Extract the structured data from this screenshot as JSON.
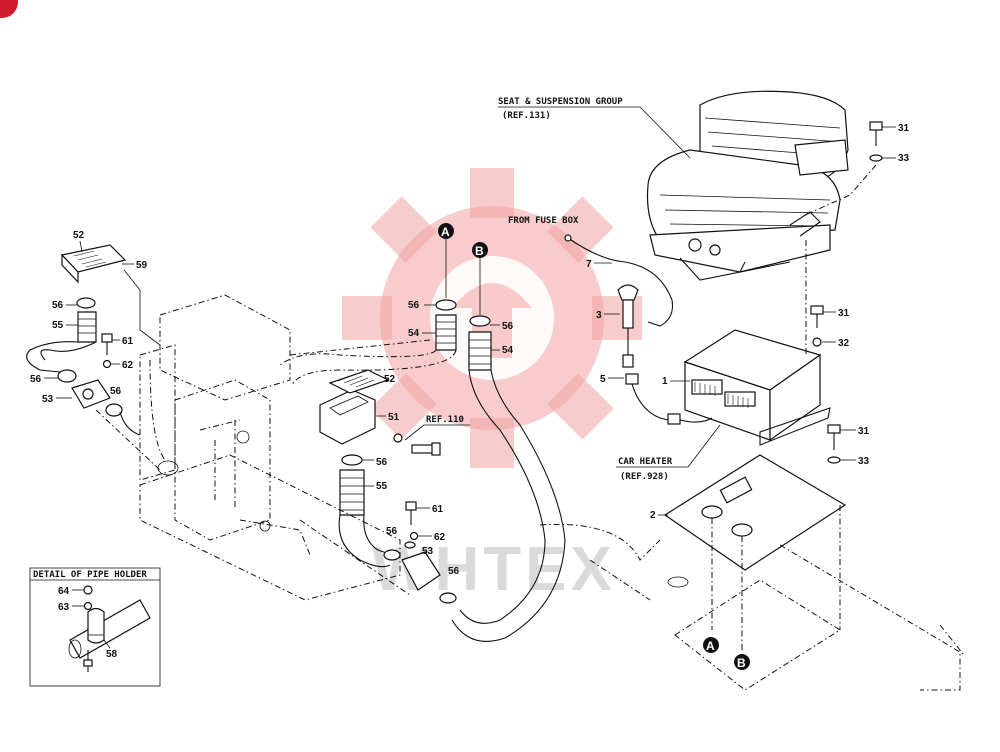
{
  "labels": {
    "seat_group": "SEAT & SUSPENSION GROUP",
    "seat_ref": "(REF.131)",
    "fuse_box": "FROM FUSE BOX",
    "car_heater": "CAR HEATER",
    "heater_ref": "(REF.928)",
    "ref_110": "REF.110",
    "detail_title": "DETAIL OF PIPE HOLDER",
    "watermark": "WHTEX"
  },
  "callouts": {
    "a": "A",
    "b": "B"
  },
  "parts": {
    "p1": "1",
    "p2": "2",
    "p3": "3",
    "p5": "5",
    "p7": "7",
    "p31a": "31",
    "p31b": "31",
    "p31c": "31",
    "p32": "32",
    "p33a": "33",
    "p33b": "33",
    "p51": "51",
    "p52a": "52",
    "p52b": "52",
    "p53a": "53",
    "p53b": "53",
    "p54a": "54",
    "p54b": "54",
    "p55a": "55",
    "p55b": "55",
    "p56a": "56",
    "p56b": "56",
    "p56c": "56",
    "p56d": "56",
    "p56e": "56",
    "p56f": "56",
    "p56g": "56",
    "p56h": "56",
    "p58": "58",
    "p59": "59",
    "p61a": "61",
    "p61b": "61",
    "p62a": "62",
    "p62b": "62",
    "p63": "63",
    "p64": "64"
  },
  "colors": {
    "watermark_red": "#f2a3a3",
    "line": "#111111",
    "corner_badge": "#d11a2a"
  }
}
